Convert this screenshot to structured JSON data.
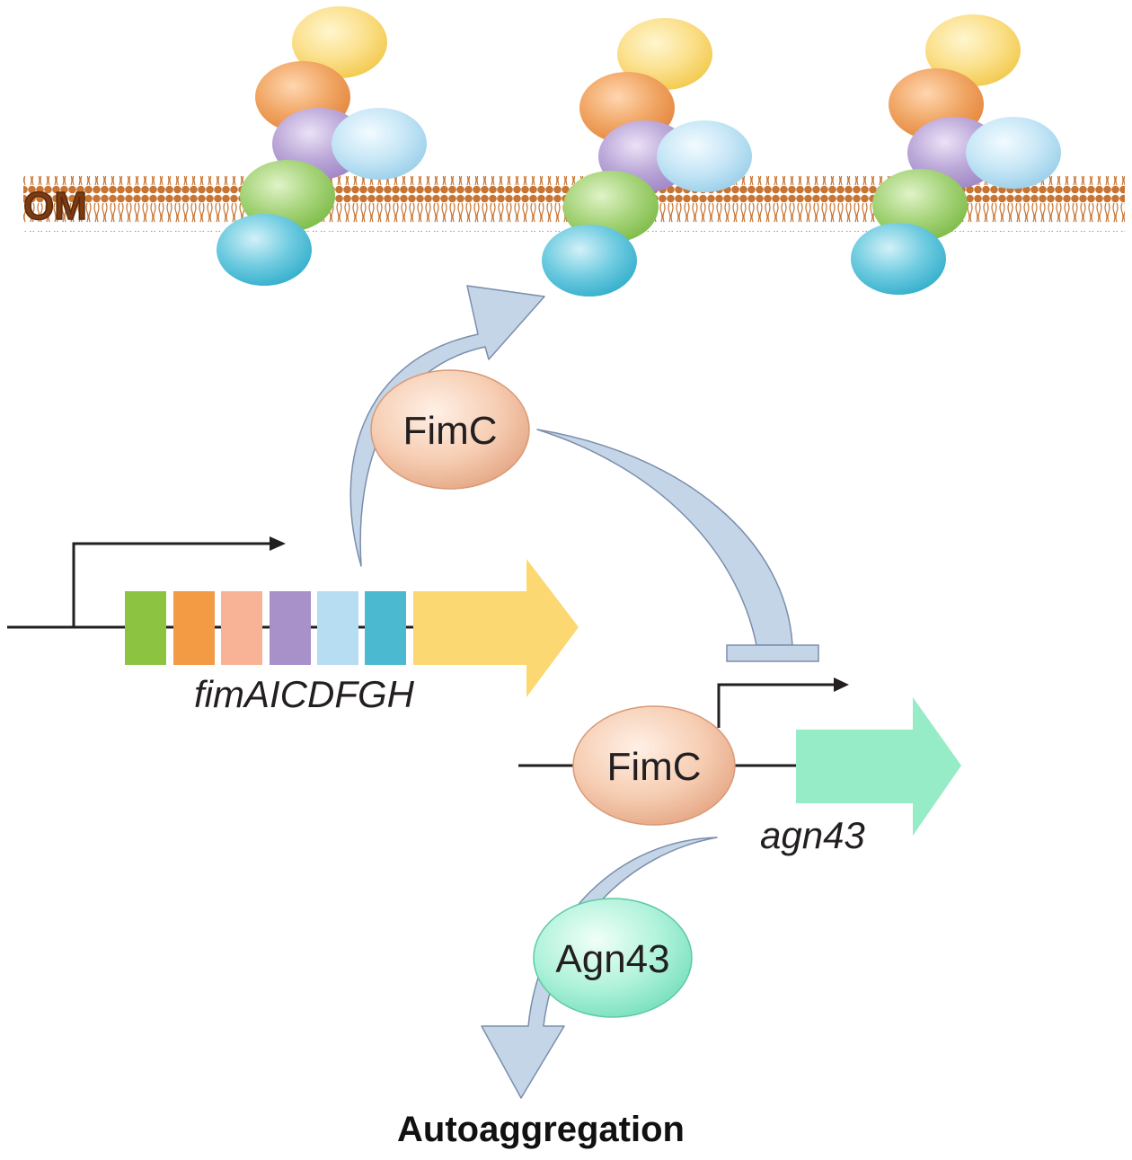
{
  "membrane": {
    "label": "OM"
  },
  "proteins": {
    "fimc_top": "FimC",
    "fimc_bottom": "FimC",
    "agn43_protein": "Agn43"
  },
  "genes": {
    "fim_operon": "fimAICDFGH",
    "agn43_gene": "agn43"
  },
  "outcome": {
    "label": "Autoaggregation"
  },
  "colors": {
    "membrane_head": "#c87533",
    "arrow_fill": "#c5d5e8",
    "fimc_fill": "#f4c4a4",
    "agn43_fill": "#9eeed3",
    "gene_arrow_yellow": "#fcd872",
    "gene_arrow_green": "#95ecc6",
    "operon_blocks": [
      "#8cc341",
      "#f39a45",
      "#f8b397",
      "#a890c8",
      "#b6ddf2",
      "#4bbad0"
    ],
    "pilus_subunits": [
      "#fbe08c",
      "#f1a766",
      "#bba7d8",
      "#bfe2f4",
      "#9fd271",
      "#5ec5dc"
    ]
  }
}
